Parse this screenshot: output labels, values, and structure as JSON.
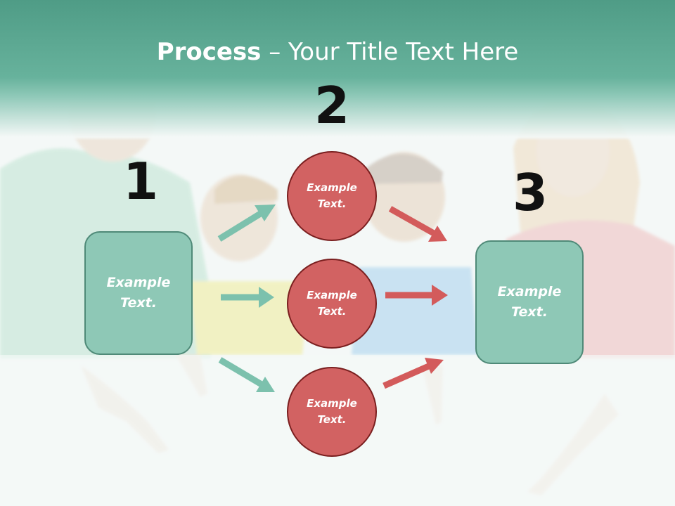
{
  "title": {
    "bold": "Process",
    "rest": " – Your Title Text Here"
  },
  "steps": {
    "step1": {
      "number": "1",
      "label": "Example Text."
    },
    "step2": {
      "number": "2",
      "circles": [
        "Example Text.",
        "Example Text.",
        "Example Text."
      ]
    },
    "step3": {
      "number": "3",
      "label": "Example Text."
    }
  },
  "colors": {
    "header": "#67b29c",
    "box_fill": "#8ec8b6",
    "circle_fill": "#d26262",
    "arrow_green": "#7cc1ad",
    "arrow_red": "#d35b5b"
  }
}
